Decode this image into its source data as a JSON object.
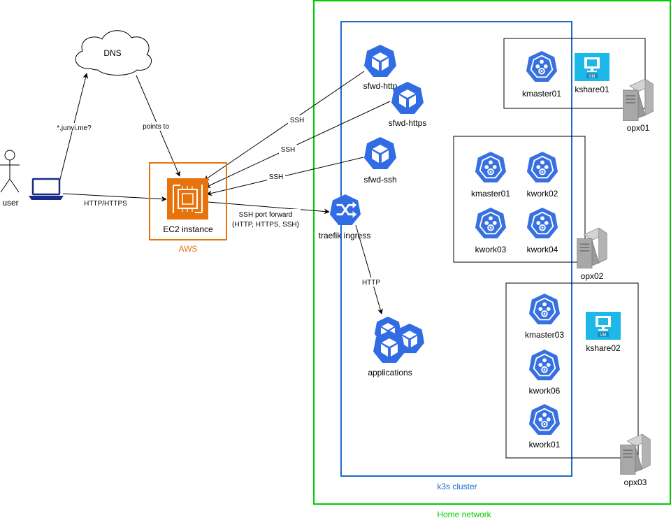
{
  "labels": {
    "user": "user",
    "dns": "DNS",
    "dns_query": "*.junyi.me?",
    "points_to": "points to",
    "http_https": "HTTP/HTTPS",
    "ec2": "EC2 instance",
    "aws": "AWS",
    "ssh1": "SSH",
    "ssh2": "SSH",
    "ssh3": "SSH",
    "port_forward_line1": "SSH port forward",
    "port_forward_line2": "(HTTP, HTTPS, SSH)",
    "traefik": "traefik ingress",
    "http": "HTTP",
    "applications": "applications",
    "sfwd_http": "sfwd-http",
    "sfwd_https": "sfwd-https",
    "sfwd_ssh": "sfwd-ssh",
    "k3s_cluster": "k3s cluster",
    "home_network": "Home network",
    "kmaster01_top": "kmaster01",
    "kshare01": "kshare01",
    "opx01": "opx01",
    "kmaster01_mid": "kmaster01",
    "kwork02": "kwork02",
    "kwork03": "kwork03",
    "kwork04": "kwork04",
    "opx02": "opx02",
    "kmaster03": "kmaster03",
    "kshare02": "kshare02",
    "kwork06": "kwork06",
    "kwork01": "kwork01",
    "opx03": "opx03",
    "vm_badge": "VM"
  },
  "colors": {
    "home_network": "#00cc00",
    "k3s_cluster": "#1f6bc9",
    "aws": "#e8730c",
    "k8s_blue": "#326ce5",
    "kube_blue": "#3770e0",
    "vm_cyan": "#1eb8e8",
    "laptop_blue": "#1a2b8a",
    "server_gray": "#9a9a9a"
  },
  "icons": {
    "user": "person-icon",
    "laptop": "laptop-icon",
    "dns": "cloud-icon",
    "ec2": "ec2-chip-icon",
    "pod": "k8s-pod-icon",
    "node": "k8s-node-icon",
    "ingress": "k8s-ingress-icon",
    "vm": "vm-icon",
    "server": "server-icon"
  }
}
